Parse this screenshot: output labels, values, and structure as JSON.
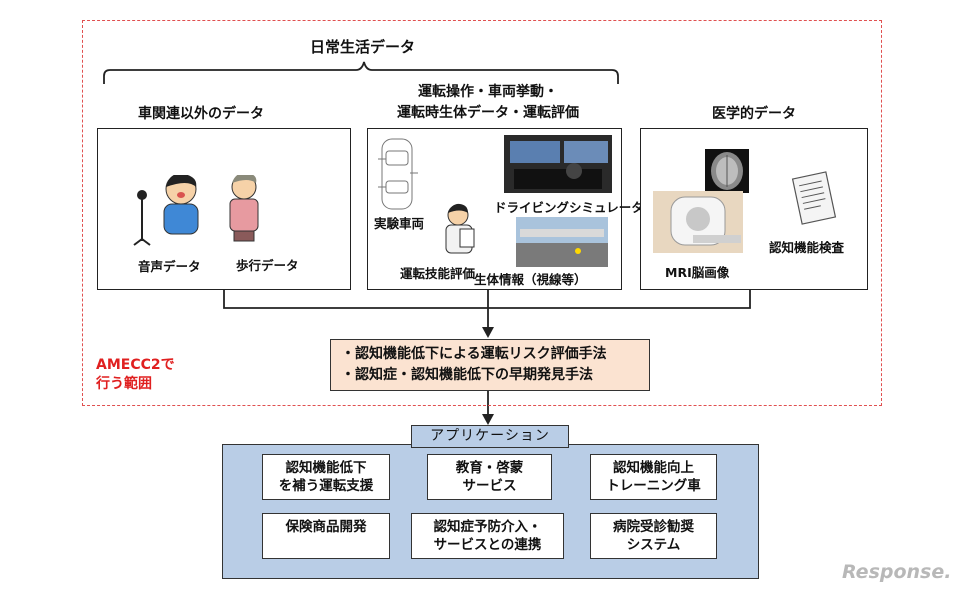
{
  "daily_data_label": "日常生活データ",
  "scope_label": [
    "AMECC2で",
    "行う範囲"
  ],
  "columns": {
    "left": {
      "title": "車関連以外のデータ",
      "items": [
        "音声データ",
        "歩行データ"
      ]
    },
    "middle": {
      "title": [
        "運転操作・車両挙動・",
        "運転時生体データ・運転評価"
      ],
      "items": [
        "実験車両",
        "ドライビングシミュレータ",
        "運転技能評価",
        "生体情報（視線等）"
      ]
    },
    "right": {
      "title": "医学的データ",
      "items": [
        "MRI脳画像",
        "認知機能検査"
      ]
    }
  },
  "methods": [
    "・認知機能低下による運転リスク評価手法",
    "・認知症・認知機能低下の早期発見手法"
  ],
  "applications": {
    "title": "アプリケーション",
    "items": [
      [
        "認知機能低下",
        "を補う運転支援"
      ],
      [
        "教育・啓蒙",
        "サービス"
      ],
      [
        "認知機能向上",
        "トレーニング車"
      ],
      [
        "保険商品開発"
      ],
      [
        "認知症予防介入・",
        "サービスとの連携"
      ],
      [
        "病院受診勧奨",
        "システム"
      ]
    ]
  },
  "watermark": "Response."
}
